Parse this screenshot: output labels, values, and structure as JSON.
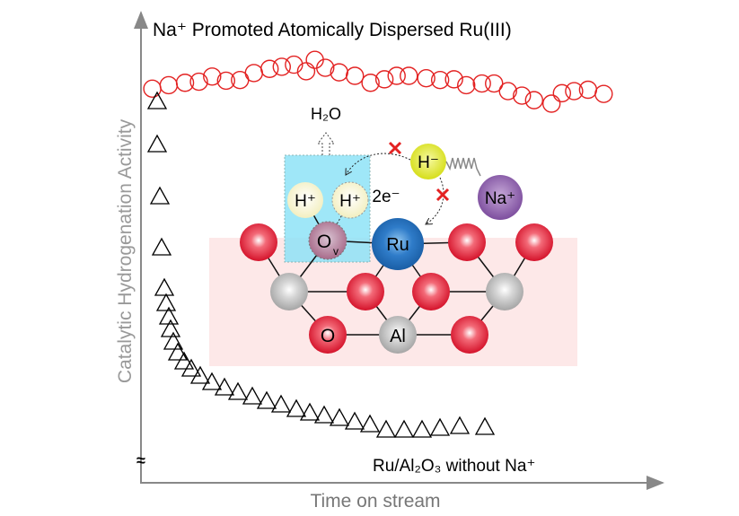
{
  "title": "Na⁺ Promoted Atomically Dispersed Ru(III)",
  "y_axis_label": "Catalytic Hydrogenation Activity",
  "x_axis_label": "Time on stream",
  "axis_break": "≈",
  "lower_series_label": "Ru/Al₂O₃ without Na⁺",
  "diagram": {
    "water": "H₂O",
    "proton": "H⁺",
    "hydride": "H⁻",
    "sodium": "Na⁺",
    "electrons": "2e⁻",
    "vacancy": "O",
    "vacancy_sub": "v",
    "ruthenium": "Ru",
    "oxygen": "O",
    "aluminum": "Al"
  },
  "colors": {
    "upper_series": "#e32222",
    "lower_series": "#000000",
    "axis": "#888888",
    "support": "#fde8e8",
    "vacancy_box": "#8fe3f7"
  }
}
